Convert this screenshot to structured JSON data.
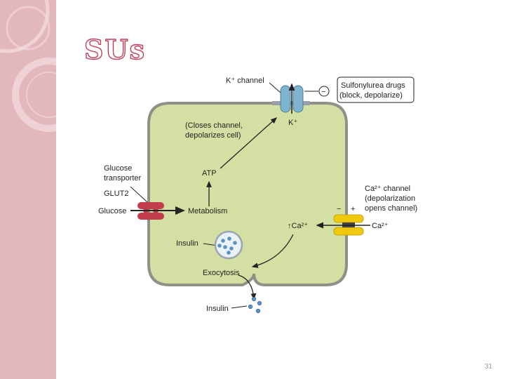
{
  "slide": {
    "title": "SUs",
    "page_number": "31"
  },
  "diagram": {
    "k_channel": "K⁺ channel",
    "drug_box_line1": "Sulfonylurea drugs",
    "drug_box_line2": "(block, depolarize)",
    "minus_sign": "−",
    "k_ion": "K⁺",
    "closes_line1": "(Closes channel,",
    "closes_line2": "depolarizes cell)",
    "atp": "ATP",
    "glucose_transporter_line1": "Glucose",
    "glucose_transporter_line2": "transporter",
    "glucose_transporter_line3": "GLUT2",
    "glucose": "Glucose",
    "metabolism": "Metabolism",
    "ca_channel_line1": "Ca²⁺ channel",
    "ca_channel_line2": "(depolarization",
    "ca_channel_line3": "opens channel)",
    "minus_charge": "−",
    "plus_charge": "+",
    "ca_inside": "↑Ca²⁺",
    "ca_outside": "Ca²⁺",
    "insulin_granule": "Insulin",
    "exocytosis": "Exocytosis",
    "insulin_released": "Insulin"
  },
  "colors": {
    "sidebar": "#e3b8bd",
    "cell_fill": "#d4e0a3",
    "cell_border": "#8e9286",
    "k_channel": "#7fb4cf",
    "glut2": "#c23c4e",
    "ca_channel": "#f0c90d",
    "insulin_dots": "#5a92c4"
  }
}
